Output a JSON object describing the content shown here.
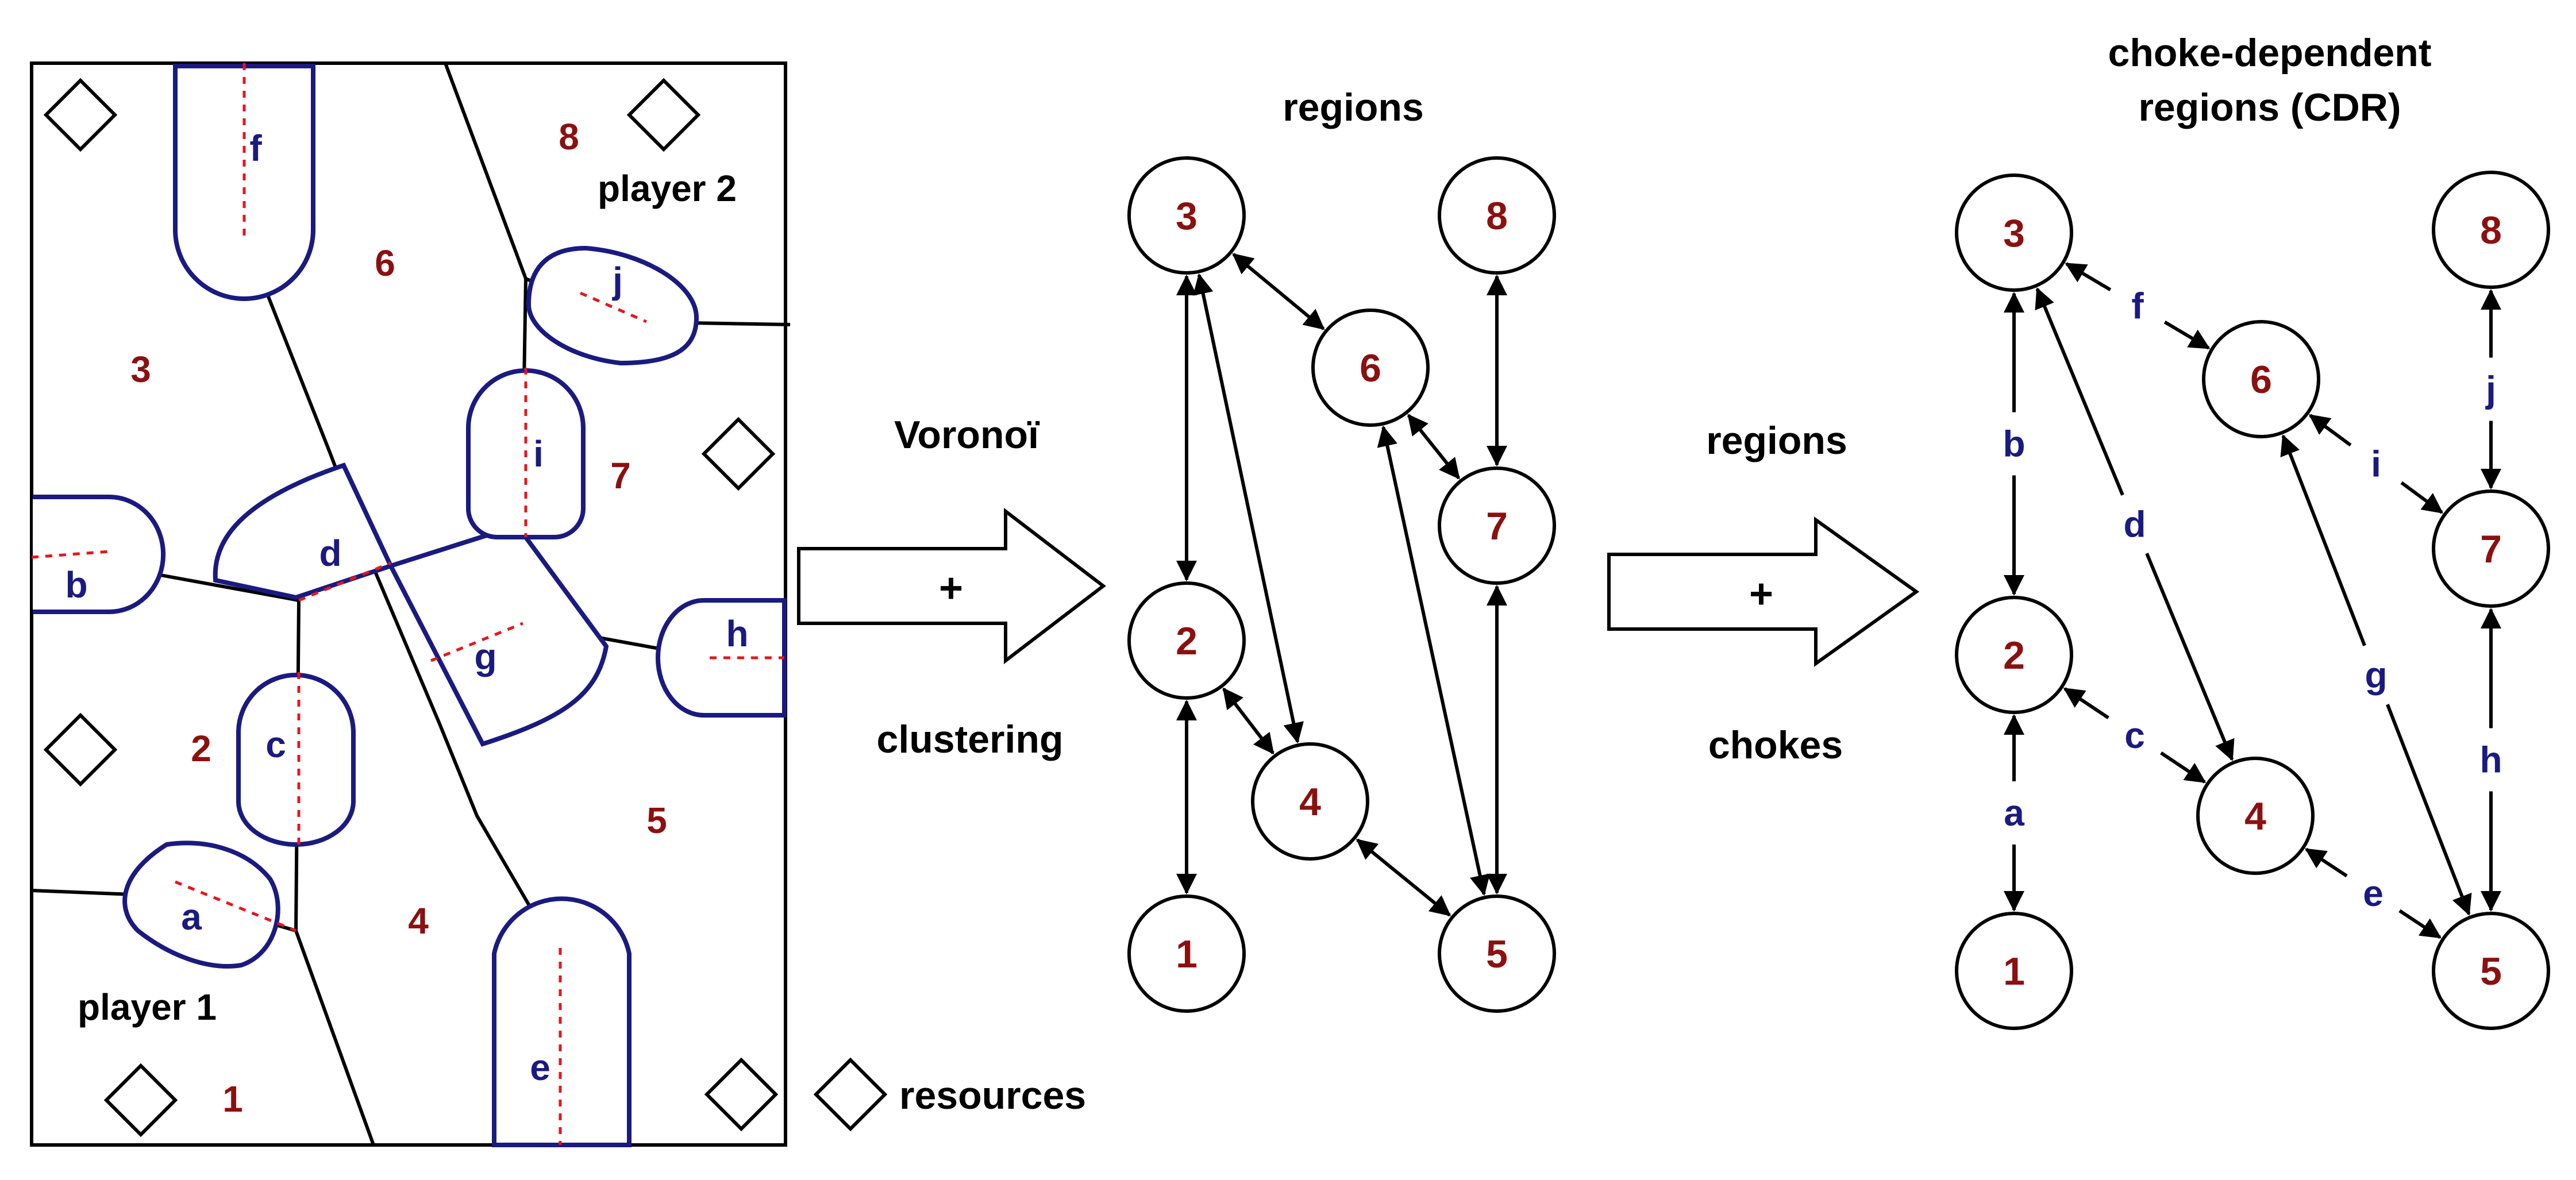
{
  "colors": {
    "region_label": "#8b1010",
    "choke_label": "#1a1a80",
    "choke_outline": "#1a1a80",
    "choke_line": "#e8141c",
    "stroke": "#000000"
  },
  "map": {
    "region_labels": [
      "1",
      "2",
      "3",
      "4",
      "5",
      "6",
      "7",
      "8"
    ],
    "choke_labels": [
      "a",
      "b",
      "c",
      "d",
      "e",
      "f",
      "g",
      "h",
      "i",
      "j"
    ],
    "player1_label": "player 1",
    "player2_label": "player 2",
    "legend_label": "resources",
    "legend_icon": "diamond-icon"
  },
  "step1": {
    "top_label": "Voronoï",
    "plus": "+",
    "bottom_label": "clustering"
  },
  "regions_graph": {
    "title": "regions",
    "nodes": [
      "1",
      "2",
      "3",
      "4",
      "5",
      "6",
      "7",
      "8"
    ],
    "edges": [
      [
        "3",
        "2"
      ],
      [
        "3",
        "6"
      ],
      [
        "3",
        "4"
      ],
      [
        "2",
        "1"
      ],
      [
        "2",
        "4"
      ],
      [
        "4",
        "5"
      ],
      [
        "6",
        "7"
      ],
      [
        "6",
        "5"
      ],
      [
        "8",
        "7"
      ],
      [
        "7",
        "5"
      ]
    ]
  },
  "step2": {
    "top_label": "regions",
    "plus": "+",
    "bottom_label": "chokes"
  },
  "cdr_graph": {
    "title_line1": "choke-dependent",
    "title_line2": "regions (CDR)",
    "nodes": [
      "1",
      "2",
      "3",
      "4",
      "5",
      "6",
      "7",
      "8"
    ],
    "edges": [
      {
        "from": "3",
        "to": "2",
        "choke": "b"
      },
      {
        "from": "3",
        "to": "6",
        "choke": "f"
      },
      {
        "from": "3",
        "to": "4",
        "choke": "d"
      },
      {
        "from": "2",
        "to": "1",
        "choke": "a"
      },
      {
        "from": "2",
        "to": "4",
        "choke": "c"
      },
      {
        "from": "4",
        "to": "5",
        "choke": "e"
      },
      {
        "from": "6",
        "to": "7",
        "choke": "i"
      },
      {
        "from": "6",
        "to": "5",
        "choke": "g"
      },
      {
        "from": "8",
        "to": "7",
        "choke": "j"
      },
      {
        "from": "7",
        "to": "5",
        "choke": "h"
      }
    ]
  }
}
